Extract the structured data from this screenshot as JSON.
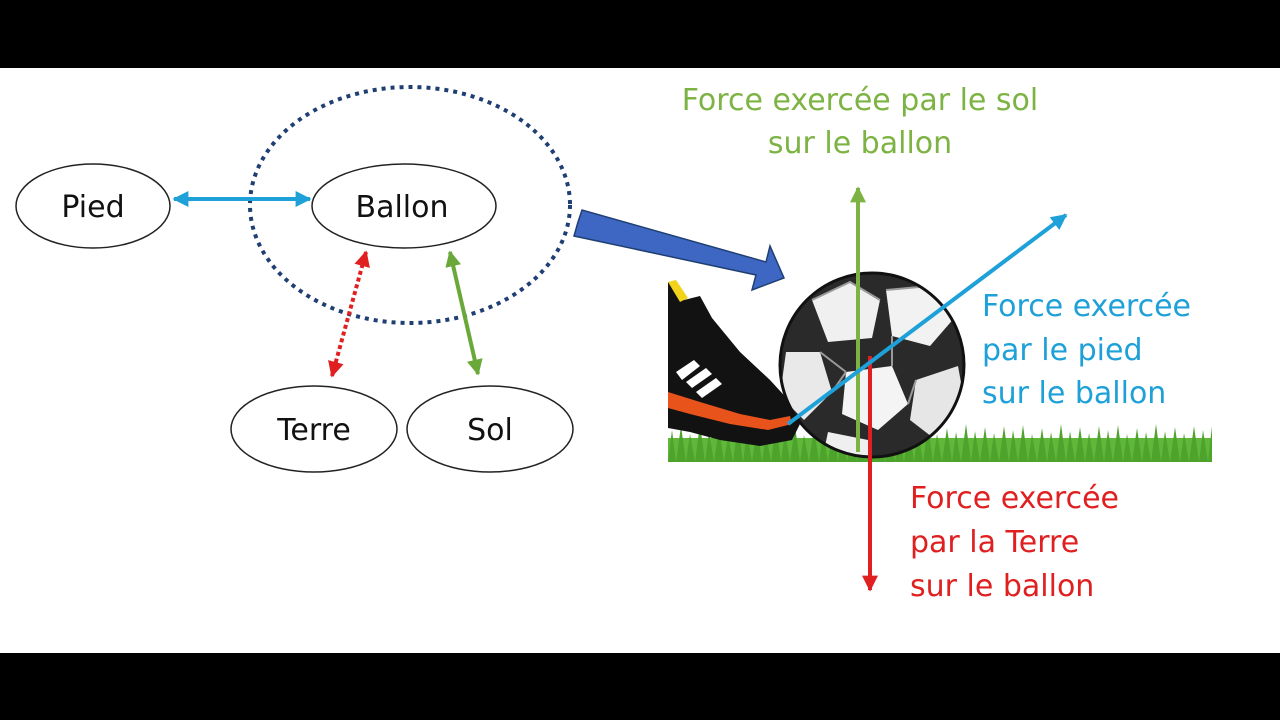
{
  "interaction_diagram": {
    "nodes": {
      "pied": "Pied",
      "ballon": "Ballon",
      "terre": "Terre",
      "sol": "Sol"
    }
  },
  "forces": {
    "sol": {
      "line1": "Force exercée par le sol",
      "line2": "sur le ballon",
      "color": "#7cb342"
    },
    "pied": {
      "line1": "Force exercée",
      "line2": "par le pied",
      "line3": "sur le ballon",
      "color": "#1ea0d8"
    },
    "terre": {
      "line1": "Force exercée",
      "line2": "par la Terre",
      "line3": "sur le ballon",
      "color": "#e02020"
    }
  },
  "colors": {
    "dotted_system": "#1f3f73",
    "big_arrow": "#3d67c2",
    "pied_ballon": "#1ea0d8",
    "terre_ballon": "#e02020",
    "sol_ballon": "#6aa83a"
  }
}
